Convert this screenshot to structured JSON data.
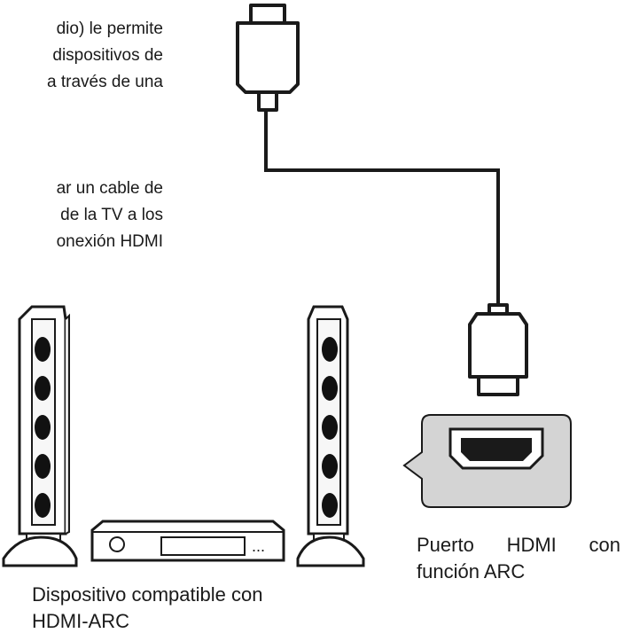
{
  "text": {
    "para1": [
      "dio) le permite",
      "dispositivos de",
      "a través de una"
    ],
    "para2": [
      "ar un cable de",
      "de la TV a los",
      "onexión HDMI"
    ]
  },
  "captions": {
    "device": [
      "Dispositivo compatible con",
      "HDMI-ARC"
    ],
    "port_line1": [
      "Puerto",
      "HDMI",
      "con"
    ],
    "port_line2": "función ARC"
  },
  "device": {
    "display_dots": "..."
  },
  "colors": {
    "line": "#1a1a1a",
    "port_bubble": "#d4d4d4",
    "speaker_face": "#ffffff",
    "speaker_holes": "#111111"
  }
}
